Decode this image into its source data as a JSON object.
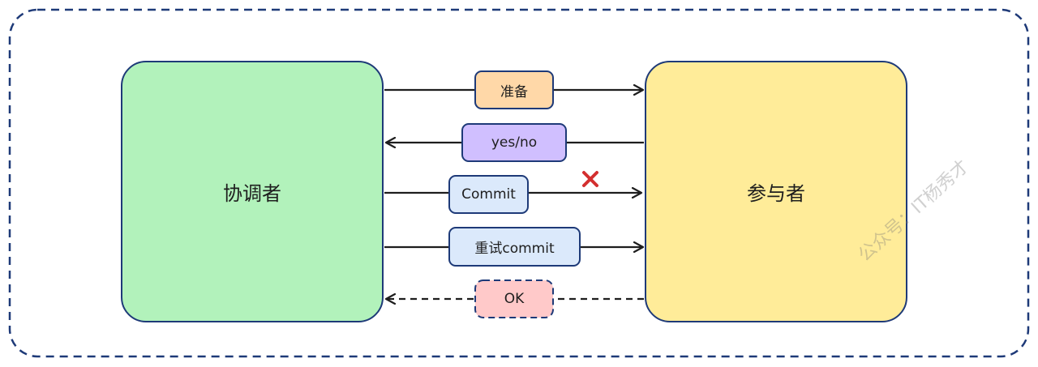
{
  "nodes": {
    "coordinator": "协调者",
    "participant": "参与者"
  },
  "messages": {
    "prepare": "准备",
    "vote": "yes/no",
    "commit": "Commit",
    "retry": "重试commit",
    "ok": "OK"
  },
  "watermark": "公众号：IT杨秀才",
  "colors": {
    "coordinator_fill": "#b2f2bb",
    "participant_fill": "#ffec99",
    "prepare_fill": "#ffd8a8",
    "vote_fill": "#d0bfff",
    "commit_fill": "#dbe9fb",
    "ok_fill": "#ffc9c9",
    "stroke": "#1e3a78",
    "failure_mark": "#d32f2f"
  }
}
